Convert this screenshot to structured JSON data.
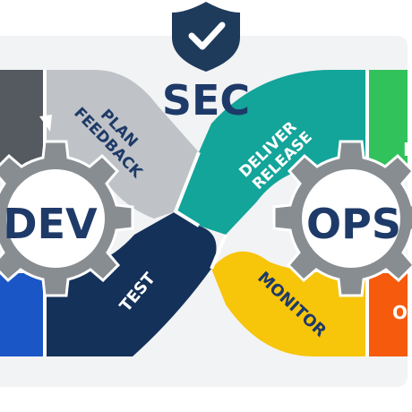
{
  "colors": {
    "background": "#ffffff",
    "backdrop": "#f2f3f4",
    "navy": "#1e3b5c",
    "navy_text": "#1e3a68",
    "dark_gray": "#555a60",
    "light_gray": "#bfc3c7",
    "teal": "#13a49a",
    "dark_navy": "#14315a",
    "blue": "#1b56c7",
    "yellow": "#f7c50a",
    "green": "#31c25b",
    "orange": "#f55a0d",
    "gear_gray": "#888d92"
  },
  "shield": {
    "icon": "shield-check-icon"
  },
  "sec": {
    "label": "SEC"
  },
  "dev": {
    "label": "DEV",
    "icon": "gear-icon"
  },
  "ops": {
    "label": "OPS",
    "icon": "gear-icon"
  },
  "segments": {
    "plan": {
      "line1": "PLAN",
      "line2": "FEEDBACK"
    },
    "deliver": {
      "line1": "DELIVER",
      "line2": "RELEASE"
    },
    "test": {
      "label": "TEST"
    },
    "monitor": {
      "label": "MONITOR"
    },
    "right_top_partial": {
      "label": "D"
    },
    "right_bottom_partial": {
      "label": "OP"
    }
  }
}
